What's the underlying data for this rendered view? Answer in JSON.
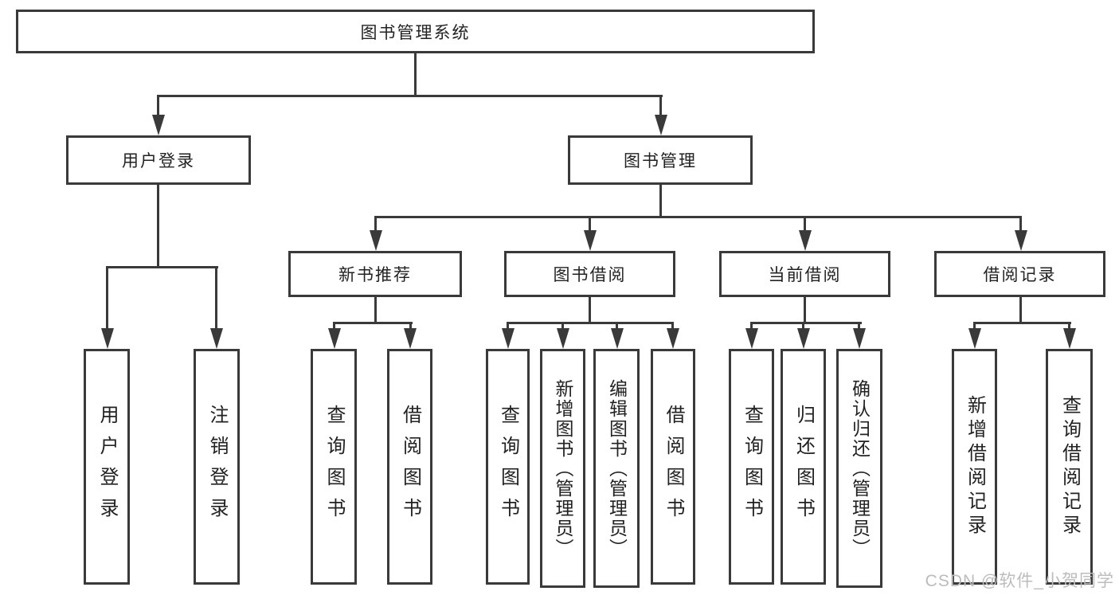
{
  "nodes": {
    "root": "图书管理系统",
    "login": "用户登录",
    "mgmt": "图书管理",
    "rec": "新书推荐",
    "borrow": "图书借阅",
    "current": "当前借阅",
    "records": "借阅记录",
    "login_user": "用户登录",
    "login_out": "注销登录",
    "rec_query": "查询图书",
    "rec_borrow": "借阅图书",
    "borrow_query": "查询图书",
    "borrow_add": "新增图书（管理员）",
    "borrow_edit": "编辑图书（管理员）",
    "borrow_lend": "借阅图书",
    "current_query": "查询图书",
    "current_return": "归还图书",
    "current_confirm": "确认归还（管理员）",
    "records_add": "新增借阅记录",
    "records_query": "查询借阅记录"
  },
  "tree": {
    "label": "图书管理系统",
    "children": [
      {
        "label": "用户登录",
        "children": [
          {
            "label": "用户登录"
          },
          {
            "label": "注销登录"
          }
        ]
      },
      {
        "label": "图书管理",
        "children": [
          {
            "label": "新书推荐",
            "children": [
              {
                "label": "查询图书"
              },
              {
                "label": "借阅图书"
              }
            ]
          },
          {
            "label": "图书借阅",
            "children": [
              {
                "label": "查询图书"
              },
              {
                "label": "新增图书（管理员）"
              },
              {
                "label": "编辑图书（管理员）"
              },
              {
                "label": "借阅图书"
              }
            ]
          },
          {
            "label": "当前借阅",
            "children": [
              {
                "label": "查询图书"
              },
              {
                "label": "归还图书"
              },
              {
                "label": "确认归还（管理员）"
              }
            ]
          },
          {
            "label": "借阅记录",
            "children": [
              {
                "label": "新增借阅记录"
              },
              {
                "label": "查询借阅记录"
              }
            ]
          }
        ]
      }
    ]
  },
  "watermark": "CSDN @软件_小贺同学",
  "colors": {
    "line": "#3a3a3a",
    "text": "#222222",
    "background": "#ffffff",
    "watermark": "#bcbcbc"
  }
}
